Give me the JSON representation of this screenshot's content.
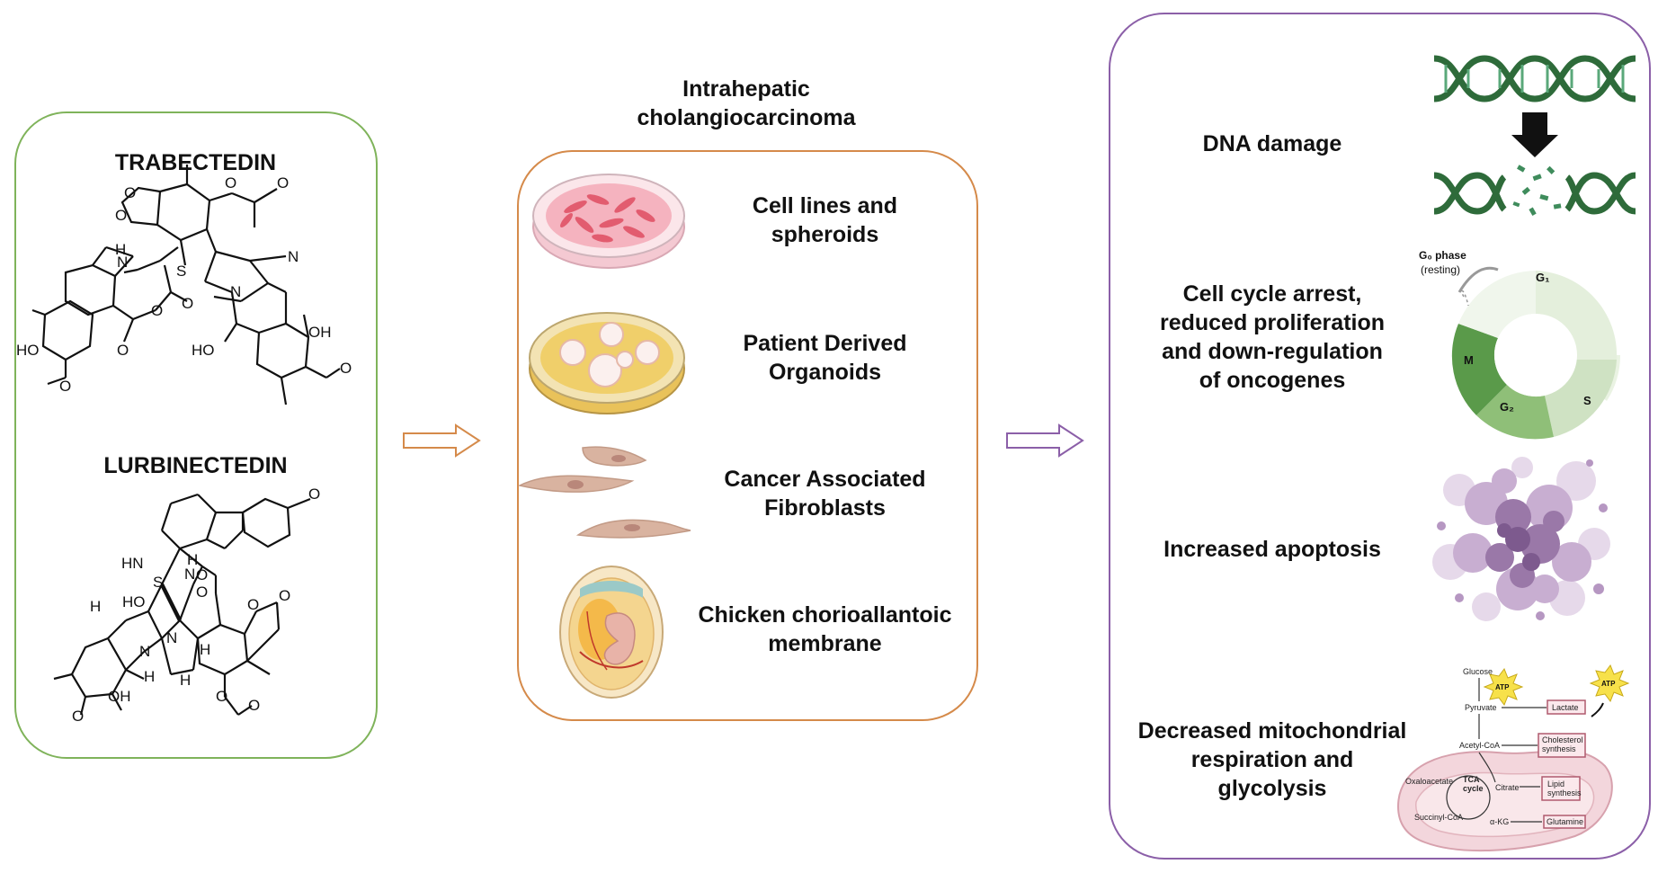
{
  "drugs": {
    "trabectedin": "TRABECTEDIN",
    "lurbinectedin": "LURBINECTEDIN"
  },
  "disease_title": "Intrahepatic\ncholangiocarcinoma",
  "models": [
    {
      "label": "Cell lines and\nspheroids",
      "icon": "petri-dish-cells-icon"
    },
    {
      "label": "Patient Derived\nOrganoids",
      "icon": "organoid-dish-icon"
    },
    {
      "label": "Cancer Associated\nFibroblasts",
      "icon": "fibroblast-cells-icon"
    },
    {
      "label": "Chicken chorioallantoic\nmembrane",
      "icon": "chicken-egg-embryo-icon"
    }
  ],
  "effects": [
    {
      "label": "DNA damage",
      "icon": "dna-break-icon"
    },
    {
      "label": "Cell cycle arrest,\nreduced proliferation\nand down-regulation\nof oncogenes",
      "icon": "cell-cycle-icon"
    },
    {
      "label": "Increased apoptosis",
      "icon": "apoptotic-cells-icon"
    },
    {
      "label": "Decreased mitochondrial\nrespiration and\nglycolysis",
      "icon": "metabolism-mitochondria-icon"
    }
  ],
  "cell_cycle": {
    "g0": "G₀ phase",
    "resting": "(resting)",
    "g1": "G₁",
    "s": "S",
    "g2": "G₂",
    "m": "M"
  },
  "metabolism": {
    "glucose": "Glucose",
    "atp1": "ATP",
    "atp2": "ATP",
    "pyruvate": "Pyruvate",
    "lactate": "Lactate",
    "acetyl_coa": "Acetyl-CoA",
    "cholesterol": "Cholesterol\nsynthesis",
    "oxaloacetate": "Oxaloacetate",
    "citrate": "Citrate",
    "lipid": "Lipid\nsynthesis",
    "tca": "TCA\ncycle",
    "succinyl": "Succinyl-CoA",
    "akg": "α-KG",
    "glutamine": "Glutamine"
  },
  "atom_labels": {
    "o": "O",
    "h": "H",
    "n": "N",
    "s": "S",
    "nh": "NH",
    "hn": "HN",
    "ho": "HO",
    "oh": "OH"
  },
  "colors": {
    "green_border": "#7fb35a",
    "orange_border": "#d58a4a",
    "purple_border": "#8b5fa8"
  }
}
